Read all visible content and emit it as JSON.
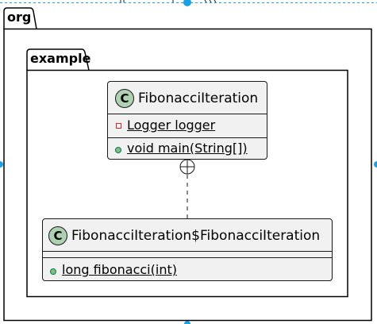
{
  "packages": {
    "outer": {
      "name": "org"
    },
    "inner": {
      "name": "example"
    }
  },
  "classes": {
    "main": {
      "stereotype_letter": "C",
      "name": "FibonacciIteration",
      "field": "Logger logger",
      "method": "void main(String[])"
    },
    "nested": {
      "stereotype_letter": "C",
      "name": "FibonacciIteration$FibonacciIteration",
      "method": "long fibonacci(int)"
    }
  },
  "relation": {
    "type": "nested-class"
  },
  "colors": {
    "class_fill": "#f1f1f1",
    "stereotype_circle": "#add1b2",
    "border": "#181818",
    "private_marker": "#c82930",
    "public_marker": "#84be84",
    "selection_dashed": "#1ba1e2"
  }
}
